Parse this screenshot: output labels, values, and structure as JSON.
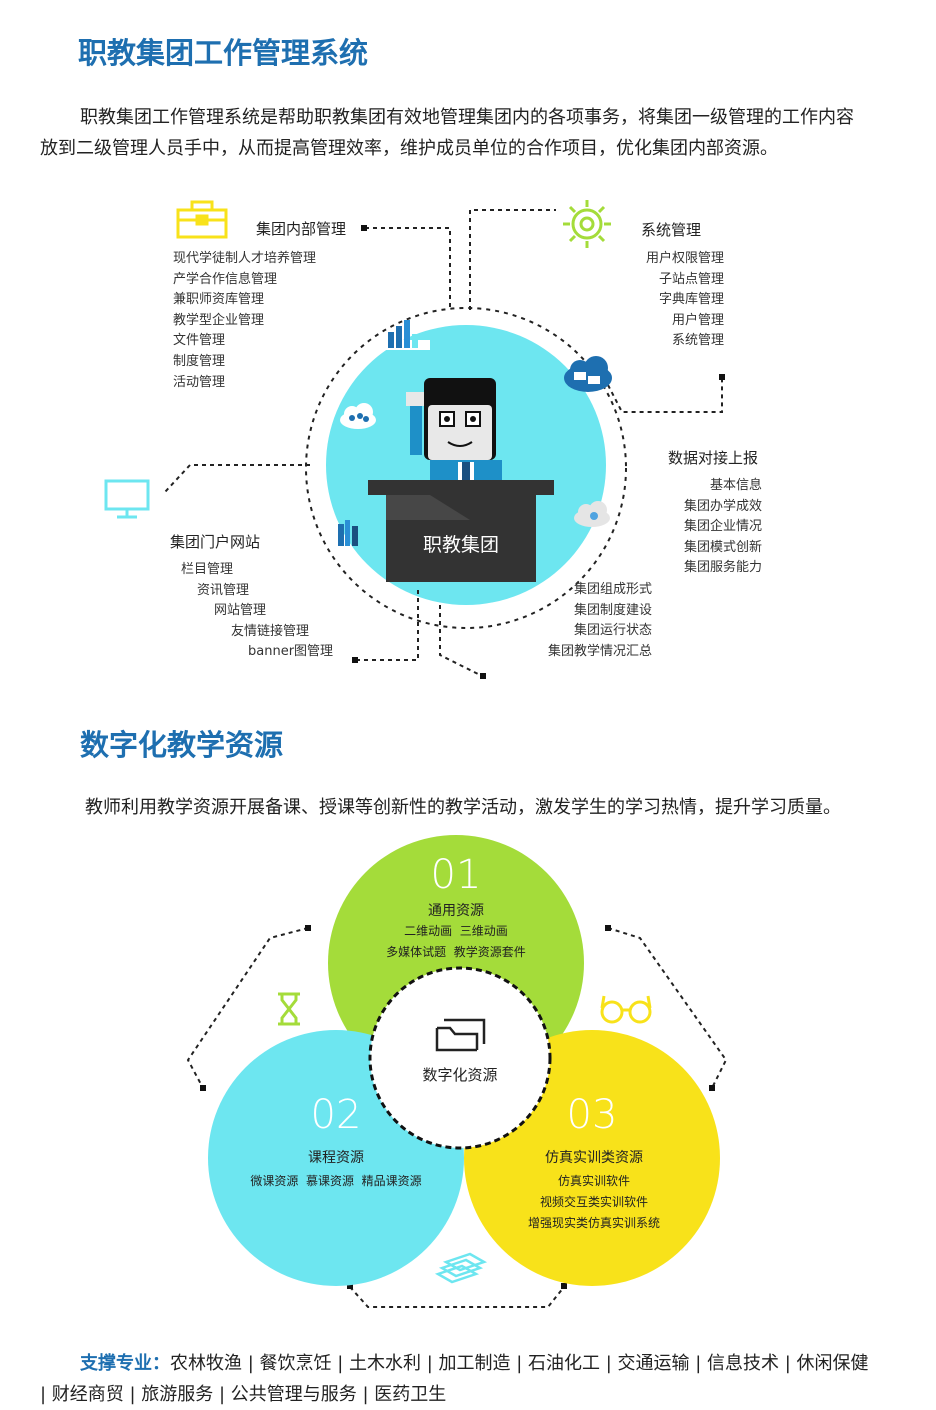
{
  "section1": {
    "title": "职教集团工作管理系统",
    "description_line1": "职教集团工作管理系统是帮助职教集团有效地管理集团内的各项事务，将集团一级管理的工作内容",
    "description_line2": "放到二级管理人员手中，从而提高管理效率，维护成员单位的合作项目，优化集团内部资源。",
    "center_label": "职教集团",
    "modules": {
      "internal": {
        "title": "集团内部管理",
        "items": [
          "现代学徒制人才培养管理",
          "产学合作信息管理",
          "兼职师资库管理",
          "教学型企业管理",
          "文件管理",
          "制度管理",
          "活动管理"
        ]
      },
      "system": {
        "title": "系统管理",
        "items": [
          "用户权限管理",
          "子站点管理",
          "字典库管理",
          "用户管理",
          "系统管理"
        ]
      },
      "data": {
        "title": "数据对接上报",
        "items": [
          "基本信息",
          "集团办学成效",
          "集团企业情况",
          "集团模式创新",
          "集团服务能力"
        ],
        "extra_items": [
          "集团组成形式",
          "集团制度建设",
          "集团运行状态",
          "集团教学情况汇总"
        ]
      },
      "portal": {
        "title": "集团门户网站",
        "items": [
          "栏目管理",
          "资讯管理",
          "网站管理",
          "友情链接管理",
          "banner图管理"
        ]
      }
    }
  },
  "section2": {
    "title": "数字化教学资源",
    "description": "教师利用教学资源开展备课、授课等创新性的教学活动，激发学生的学习热情，提升学习质量。",
    "center_label": "数字化资源",
    "circles": [
      {
        "number": "01",
        "title": "通用资源",
        "line1": "二维动画  三维动画",
        "line2": "多媒体试题  教学资源套件",
        "color": "#a4dc3a"
      },
      {
        "number": "02",
        "title": "课程资源",
        "line1": "微课资源  慕课资源  精品课资源",
        "line2": "",
        "color": "#6de6f0"
      },
      {
        "number": "03",
        "title": "仿真实训类资源",
        "line1": "仿真实训软件",
        "line2": "视频交互类实训软件",
        "line3": "增强现实类仿真实训系统",
        "color": "#f8e21a"
      }
    ]
  },
  "footer": {
    "label": "支撑专业：",
    "line1": "农林牧渔 | 餐饮烹饪 | 土木水利 | 加工制造 | 石油化工 | 交通运输 | 信息技术 | 休闲保健",
    "line2": "| 财经商贸 | 旅游服务 | 公共管理与服务 | 医药卫生"
  },
  "colors": {
    "title_blue": "#1e6fb0",
    "circle_cyan": "#6de6f0",
    "desk_dark": "#333333",
    "green": "#a4dc3a",
    "yellow": "#f8e21a"
  }
}
